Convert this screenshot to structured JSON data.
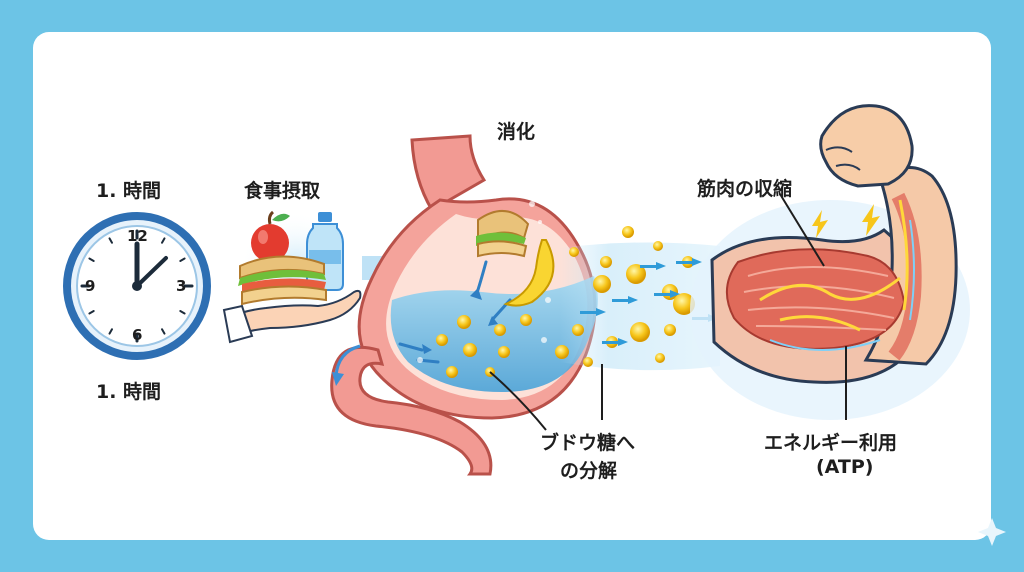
{
  "labels": {
    "time_top": "1. 時間",
    "time_bottom": "1. 時間",
    "food_intake": "食事摂取",
    "digestion": "消化",
    "glucose_line1": "ブドウ糖へ",
    "glucose_line2": "の分解",
    "muscle_contraction": "筋肉の収縮",
    "energy_line1": "エネルギー利用",
    "energy_line2": "(ATP)"
  },
  "clock": {
    "numbers": [
      "12",
      "3",
      "6",
      "9"
    ]
  },
  "colors": {
    "background": "#6cc4e6",
    "card": "#ffffff",
    "clock_rim": "#2e6fb3",
    "stomach": "#f08f8a",
    "glucose": "#f7c61b",
    "arrow": "#4aa6dc"
  },
  "icons": [
    "clock-icon",
    "sandwich-icon",
    "apple-icon",
    "water-bottle-icon",
    "hand-icon",
    "stomach-icon",
    "banana-icon",
    "arm-muscle-icon",
    "lightning-icon",
    "sparkle-icon"
  ]
}
